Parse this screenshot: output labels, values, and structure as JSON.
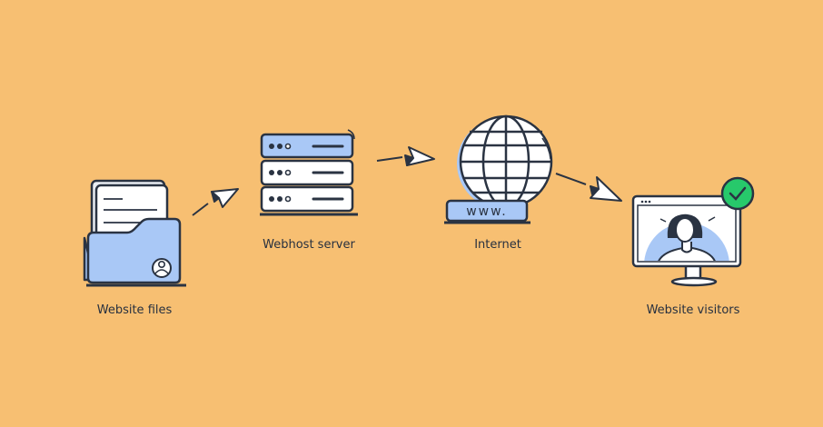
{
  "colors": {
    "background": "#F7BF72",
    "accent_blue": "#A9C8F6",
    "ink": "#2A3342",
    "check_green": "#27C96B"
  },
  "nodes": [
    {
      "label": "Website files",
      "icon": "folder-with-documents-icon"
    },
    {
      "label": "Webhost server",
      "icon": "server-stack-icon"
    },
    {
      "label": "Internet",
      "icon": "globe-www-icon",
      "badge_text": "www."
    },
    {
      "label": "Website visitors",
      "icon": "monitor-with-user-icon"
    }
  ],
  "connectors": "paper-plane-arrow-icon"
}
